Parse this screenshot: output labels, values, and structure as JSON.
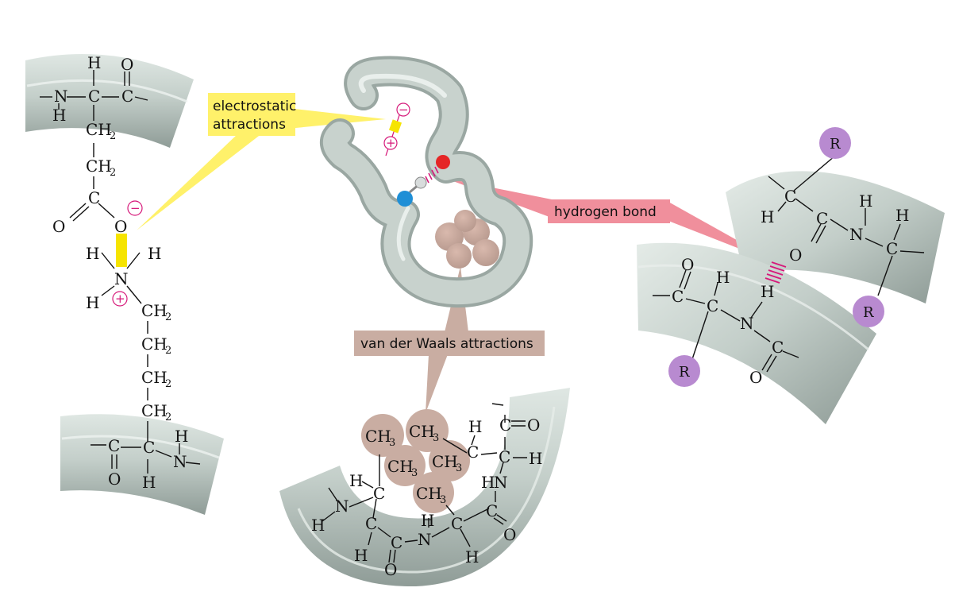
{
  "labels": {
    "electrostatic_line1": "electrostatic",
    "electrostatic_line2": "attractions",
    "hydrogen_bond": "hydrogen bond",
    "van_der_waals": "van der Waals attractions"
  },
  "atoms": {
    "H": "H",
    "C": "C",
    "N": "N",
    "O": "O",
    "R": "R",
    "CH": "CH",
    "sub2": "2",
    "sub3": "3"
  },
  "charges": {
    "minus": "−",
    "plus": "+"
  },
  "colors": {
    "backbone": "#c9d3ce",
    "backbone_dark": "#9aa7a2",
    "electrostatic_fill": "#fff16a",
    "electrostatic_bond": "#f6e400",
    "hydrogen_fill": "#f08f9c",
    "vdw_fill": "#c9ada2",
    "r_group": "#b88ad0",
    "charge": "#d6197a",
    "donor_blue": "#1f8fd6",
    "acceptor_red": "#e52626"
  }
}
